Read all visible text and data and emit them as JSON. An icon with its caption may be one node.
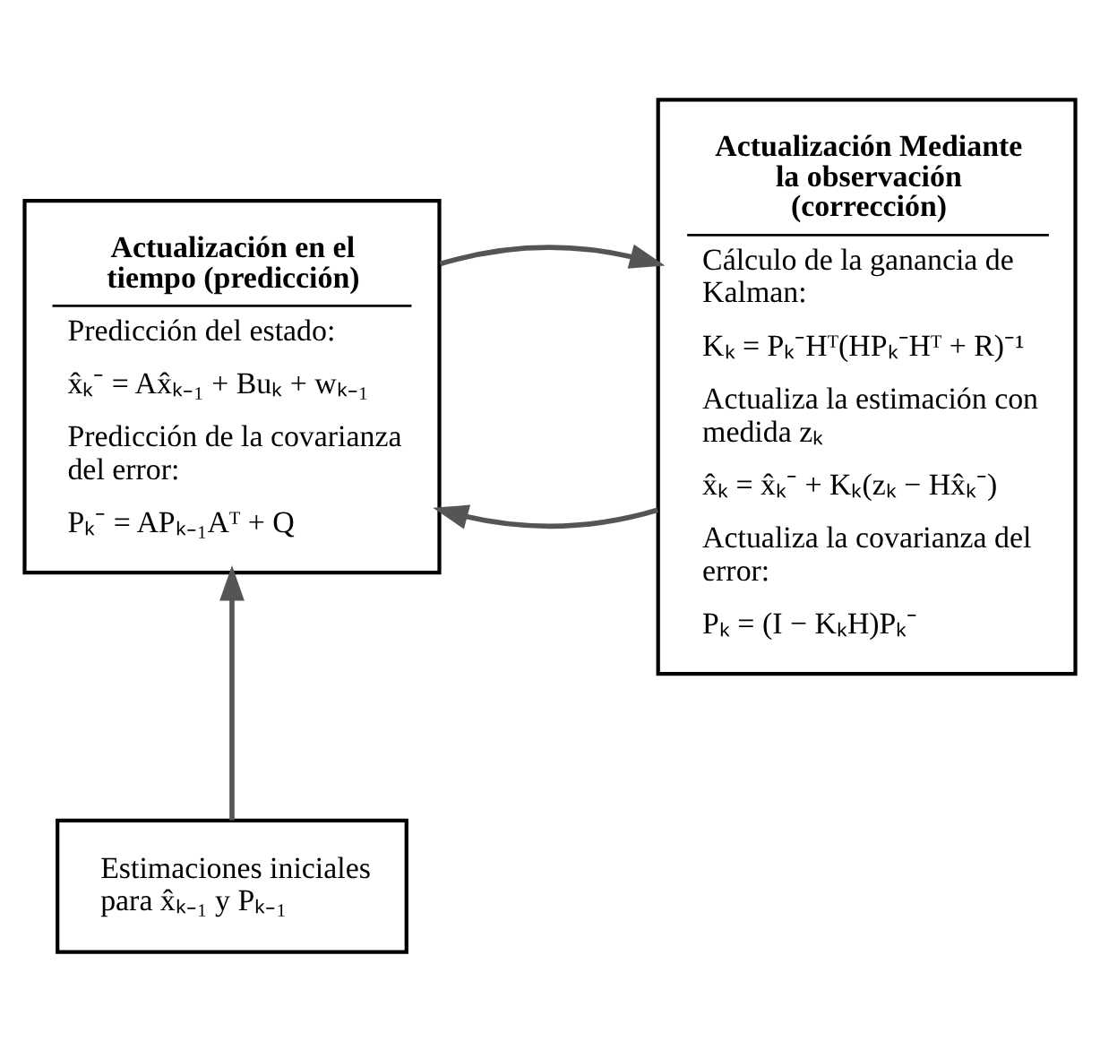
{
  "diagram": {
    "nodes": [
      {
        "text": [
          "Actualización en el tiempo (predicción)",
          "Predicción del estado:",
          "x̂ₖ⁻ = Ax̂ₖ₋₁ + Buₖ + wₖ₋₁",
          "Predicción de la covarianza del error:",
          "Pₖ⁻ = APₖ₋₁Aᵀ + Q"
        ]
      },
      {
        "text": [
          "Actualización Mediante la observación (corrección)",
          "Cálculo de la ganancia de Kalman:",
          "Kₖ = Pₖ⁻Hᵀ(HPₖ⁻Hᵀ + R)⁻¹",
          "Actualiza la estimación con medida zₖ",
          "x̂ₖ = x̂ₖ⁻ + Kₖ(zₖ − Hx̂ₖ⁻)",
          "Actualiza la covarianza del error:",
          "Pₖ = (I − KₖH)Pₖ⁻"
        ]
      },
      {
        "text": [
          "Estimaciones iniciales para x̂ₖ₋₁ y Pₖ₋₁"
        ]
      }
    ],
    "edges": [
      {
        "from": 0,
        "to": 1,
        "arrow": "to"
      },
      {
        "from": 1,
        "to": 0,
        "arrow": "to"
      },
      {
        "from": 2,
        "to": 0,
        "arrow": "to"
      }
    ]
  }
}
